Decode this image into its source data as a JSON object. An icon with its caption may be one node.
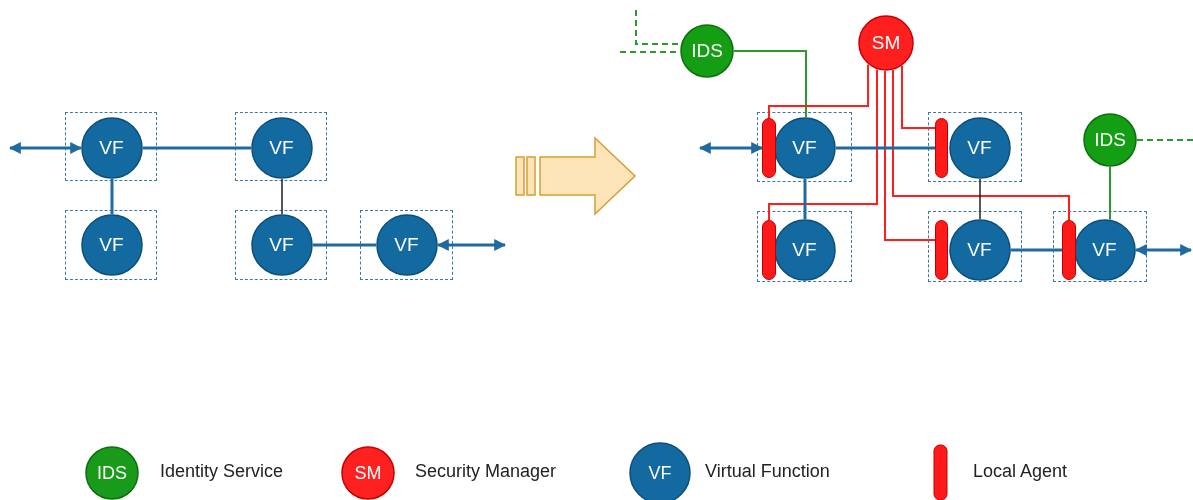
{
  "diagram": {
    "nodes": [
      {
        "text": [],
        "shape": "box"
      },
      {
        "text": [
          "VF"
        ],
        "in": 0
      },
      {
        "text": [],
        "shape": "box"
      },
      {
        "text": [
          "VF"
        ],
        "in": 2
      },
      {
        "text": [],
        "shape": "box"
      },
      {
        "text": [
          "VF"
        ],
        "in": 4
      },
      {
        "text": [],
        "shape": "box"
      },
      {
        "text": [
          "VF"
        ],
        "in": 6
      },
      {
        "text": [],
        "shape": "box"
      },
      {
        "text": [
          "VF"
        ],
        "in": 8
      },
      {
        "text": [
          "IDS"
        ]
      },
      {
        "text": [
          "SM"
        ]
      },
      {
        "text": [],
        "shape": "box"
      },
      {
        "text": [],
        "shape": "bar",
        "in": 12
      },
      {
        "text": [
          "VF"
        ],
        "in": 12
      },
      {
        "text": [],
        "shape": "box"
      },
      {
        "text": [],
        "shape": "bar",
        "in": 15
      },
      {
        "text": [
          "VF"
        ],
        "in": 15
      },
      {
        "text": [
          "IDS"
        ]
      },
      {
        "text": [],
        "shape": "box"
      },
      {
        "text": [],
        "shape": "bar",
        "in": 19
      },
      {
        "text": [
          "VF"
        ],
        "in": 19
      },
      {
        "text": [],
        "shape": "box"
      },
      {
        "text": [],
        "shape": "bar",
        "in": 22
      },
      {
        "text": [
          "VF"
        ],
        "in": 22
      },
      {
        "text": [],
        "shape": "box"
      },
      {
        "text": [],
        "shape": "bar",
        "in": 25
      },
      {
        "text": [
          "VF"
        ],
        "in": 25
      }
    ],
    "edges": [
      {
        "from": null,
        "to": 1,
        "arrow": "both"
      },
      {
        "from": 1,
        "to": 3,
        "arrow": "none"
      },
      {
        "from": 1,
        "to": 5,
        "arrow": "none"
      },
      {
        "from": 3,
        "to": 7,
        "arrow": "none",
        "color": "#222222"
      },
      {
        "from": 7,
        "to": 9,
        "arrow": "none"
      },
      {
        "from": 9,
        "to": null,
        "arrow": "both"
      },
      {
        "from": null,
        "to": 10,
        "arrow": "none",
        "style": "dashed",
        "color": "#2e9a2e"
      },
      {
        "from": null,
        "to": 10,
        "arrow": "none",
        "style": "dashed",
        "color": "#2e9a2e"
      },
      {
        "from": 10,
        "to": 14,
        "arrow": "none",
        "color": "#2e9a2e"
      },
      {
        "from": 11,
        "to": 13,
        "arrow": "none",
        "color": "#ff1f1f"
      },
      {
        "from": 11,
        "to": 16,
        "arrow": "none",
        "color": "#ff1f1f"
      },
      {
        "from": 11,
        "to": 20,
        "arrow": "none",
        "color": "#ff1f1f"
      },
      {
        "from": 11,
        "to": 23,
        "arrow": "none",
        "color": "#ff1f1f"
      },
      {
        "from": 11,
        "to": 26,
        "arrow": "none",
        "color": "#ff1f1f"
      },
      {
        "from": null,
        "to": 13,
        "arrow": "both"
      },
      {
        "from": 14,
        "to": 16,
        "arrow": "none"
      },
      {
        "from": 14,
        "to": 21,
        "arrow": "none"
      },
      {
        "from": 17,
        "to": 24,
        "arrow": "none",
        "color": "#222222"
      },
      {
        "from": 24,
        "to": 26,
        "arrow": "none"
      },
      {
        "from": 18,
        "to": 27,
        "arrow": "none",
        "color": "#2e9a2e"
      },
      {
        "from": 18,
        "to": null,
        "arrow": "none",
        "style": "dashed",
        "color": "#2e9a2e"
      },
      {
        "from": 27,
        "to": null,
        "arrow": "both"
      }
    ],
    "labels": [
      "IDS",
      "SM",
      "VF"
    ],
    "legend": [
      {
        "text": "Identity Service",
        "color": "#1a9a1a"
      },
      {
        "text": "Security Manager",
        "color": "#ff2020"
      },
      {
        "text": "Virtual Function",
        "color": "#136aa0"
      },
      {
        "text": "Local Agent",
        "color": "#ff1a1a"
      }
    ]
  }
}
